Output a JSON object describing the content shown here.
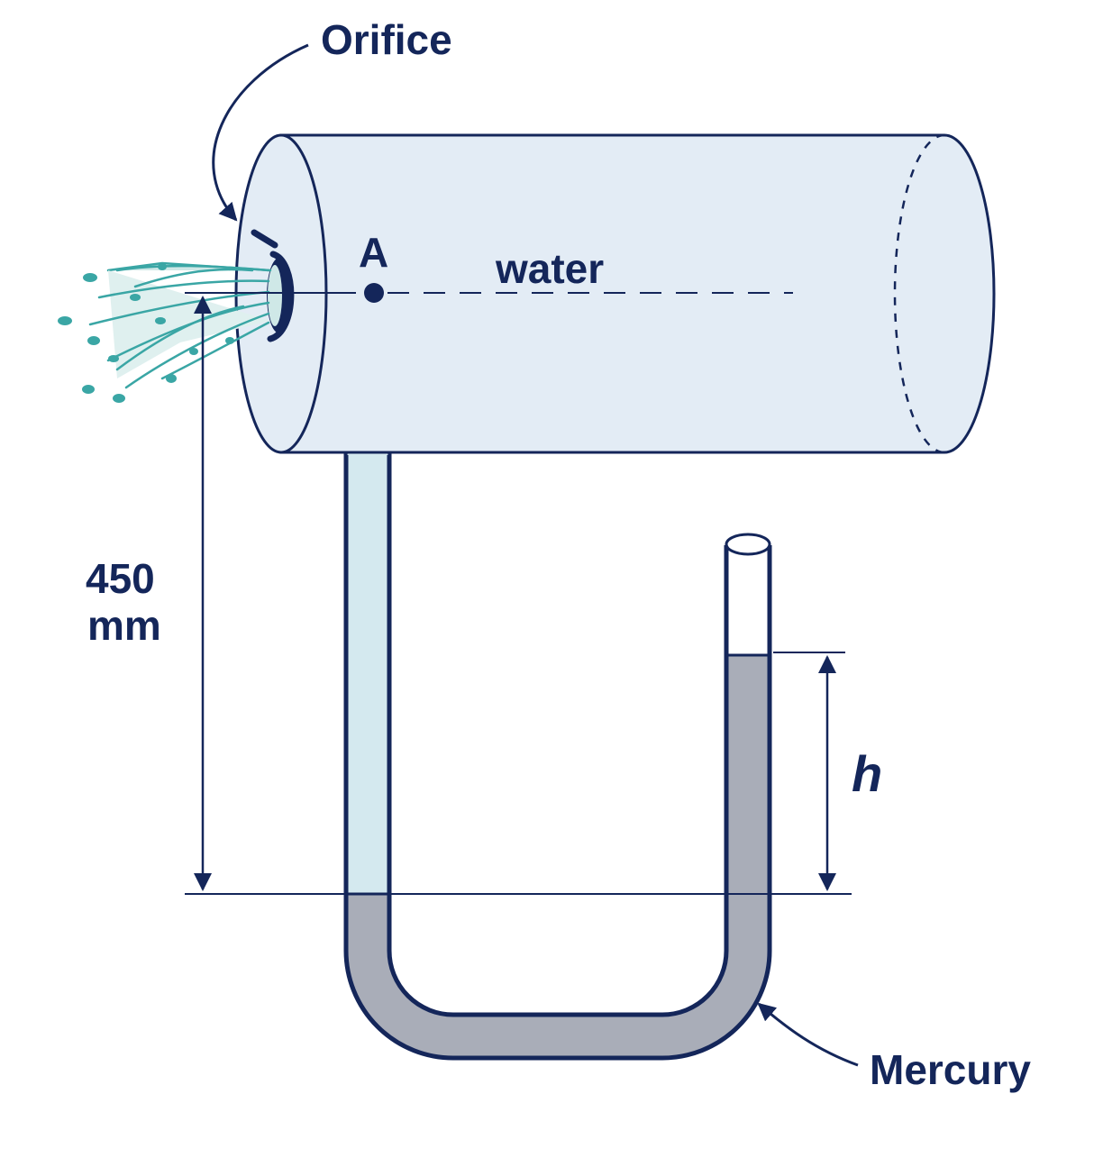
{
  "labels": {
    "orifice": "Orifice",
    "point_a": "A",
    "water": "water",
    "dim_value": "450",
    "dim_unit": "mm",
    "h": "h",
    "mercury": "Mercury"
  },
  "colors": {
    "outline": "#14265a",
    "tank_fill": "#e3ecf5",
    "water_in_tube": "#d4e9ef",
    "mercury": "#a9adb8",
    "jet": "#3aa6a5"
  }
}
